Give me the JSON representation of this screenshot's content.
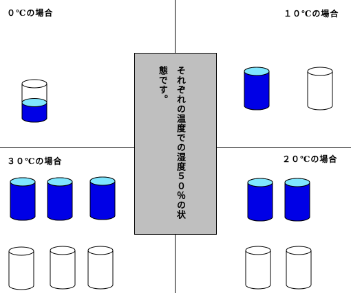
{
  "labels": {
    "q0": "０℃の場合",
    "q10": "１０℃の場合",
    "q20": "２０℃の場合",
    "q30": "３０℃の場合"
  },
  "center_text": "それぞれの温度での湿度５０％の状態です。",
  "colors": {
    "water": "#0000e6",
    "water_top": "#7fe6ff",
    "cup_outline": "#000000",
    "panel": "#bfbfbf"
  },
  "quadrants": [
    {
      "id": "q0",
      "cups": [
        {
          "fill": 0.45
        }
      ]
    },
    {
      "id": "q10",
      "cups": [
        {
          "fill": 1.0
        },
        {
          "fill": 0.0
        }
      ]
    },
    {
      "id": "q30",
      "cups": [
        {
          "fill": 1.0
        },
        {
          "fill": 1.0
        },
        {
          "fill": 1.0
        },
        {
          "fill": 0.0
        },
        {
          "fill": 0.0
        },
        {
          "fill": 0.0
        }
      ]
    },
    {
      "id": "q20",
      "cups": [
        {
          "fill": 1.0
        },
        {
          "fill": 1.0
        },
        {
          "fill": 0.0
        },
        {
          "fill": 0.0
        }
      ]
    }
  ]
}
